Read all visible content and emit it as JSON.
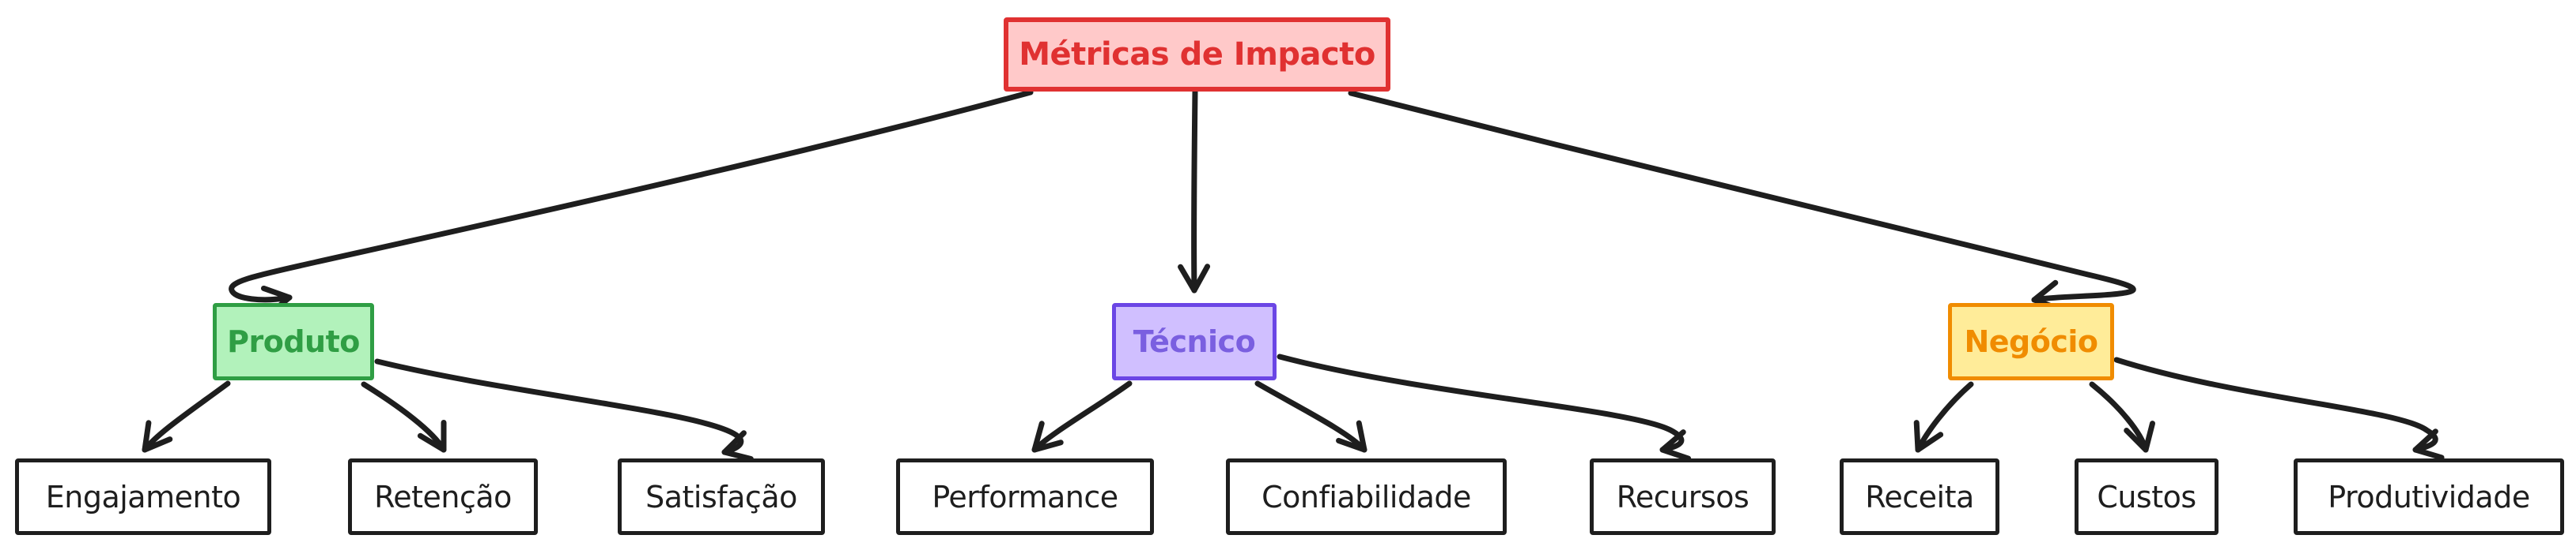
{
  "diagram": {
    "type": "tree-flowchart",
    "style": "hand-drawn",
    "direction": "top-down",
    "background_color": "#ffffff",
    "edge_color": "#1e1e1e"
  },
  "nodes": {
    "root": {
      "label": "Métricas de Impacto",
      "stroke": "#e03131",
      "fill": "#ffc9c9",
      "text_color": "#e03131"
    },
    "produto": {
      "label": "Produto",
      "stroke": "#2f9e44",
      "fill": "#b2f2bb",
      "text_color": "#2f9e44"
    },
    "tecnico": {
      "label": "Técnico",
      "stroke": "#6b46e5",
      "fill": "#d0bfff",
      "text_color": "#7a5fe0"
    },
    "negocio": {
      "label": "Negócio",
      "stroke": "#f08c00",
      "fill": "#ffec99",
      "text_color": "#f08c00"
    },
    "engajamento": {
      "label": "Engajamento",
      "stroke": "#1e1e1e",
      "fill": "#ffffff",
      "text_color": "#1e1e1e"
    },
    "retencao": {
      "label": "Retenção",
      "stroke": "#1e1e1e",
      "fill": "#ffffff",
      "text_color": "#1e1e1e"
    },
    "satisfacao": {
      "label": "Satisfação",
      "stroke": "#1e1e1e",
      "fill": "#ffffff",
      "text_color": "#1e1e1e"
    },
    "performance": {
      "label": "Performance",
      "stroke": "#1e1e1e",
      "fill": "#ffffff",
      "text_color": "#1e1e1e"
    },
    "confiabilidade": {
      "label": "Confiabilidade",
      "stroke": "#1e1e1e",
      "fill": "#ffffff",
      "text_color": "#1e1e1e"
    },
    "recursos": {
      "label": "Recursos",
      "stroke": "#1e1e1e",
      "fill": "#ffffff",
      "text_color": "#1e1e1e"
    },
    "receita": {
      "label": "Receita",
      "stroke": "#1e1e1e",
      "fill": "#ffffff",
      "text_color": "#1e1e1e"
    },
    "custos": {
      "label": "Custos",
      "stroke": "#1e1e1e",
      "fill": "#ffffff",
      "text_color": "#1e1e1e"
    },
    "produtividade": {
      "label": "Produtividade",
      "stroke": "#1e1e1e",
      "fill": "#ffffff",
      "text_color": "#1e1e1e"
    }
  },
  "edges": [
    {
      "from": "Métricas de Impacto",
      "to": "Produto"
    },
    {
      "from": "Métricas de Impacto",
      "to": "Técnico"
    },
    {
      "from": "Métricas de Impacto",
      "to": "Negócio"
    },
    {
      "from": "Produto",
      "to": "Engajamento"
    },
    {
      "from": "Produto",
      "to": "Retenção"
    },
    {
      "from": "Produto",
      "to": "Satisfação"
    },
    {
      "from": "Técnico",
      "to": "Performance"
    },
    {
      "from": "Técnico",
      "to": "Confiabilidade"
    },
    {
      "from": "Técnico",
      "to": "Recursos"
    },
    {
      "from": "Negócio",
      "to": "Receita"
    },
    {
      "from": "Negócio",
      "to": "Custos"
    },
    {
      "from": "Negócio",
      "to": "Produtividade"
    }
  ]
}
